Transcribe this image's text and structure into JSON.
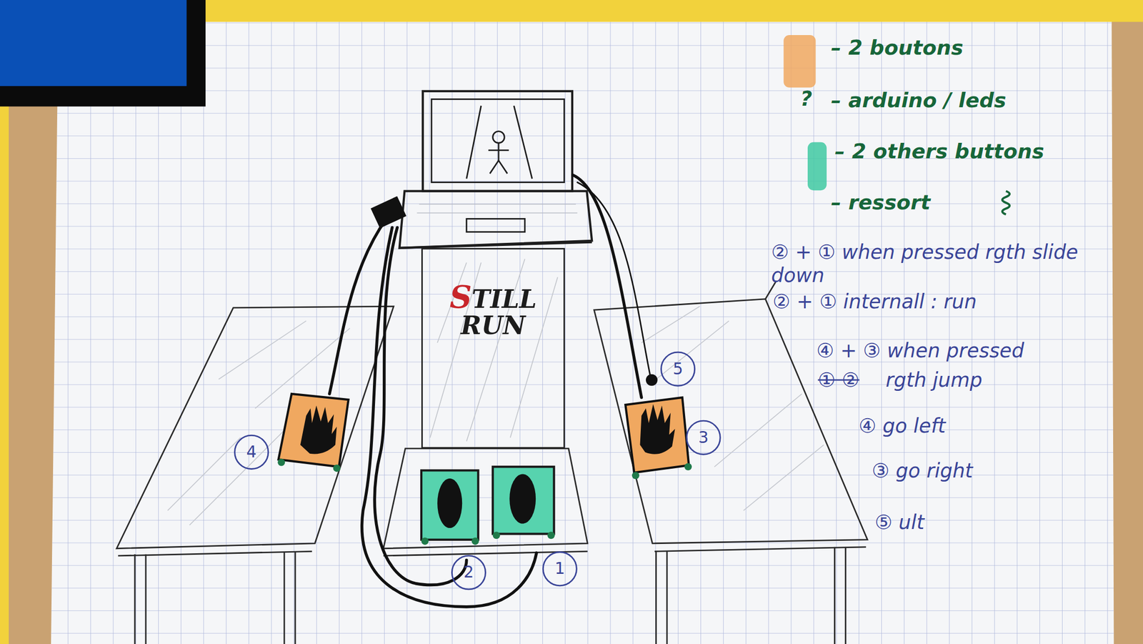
{
  "diagram": {
    "nodes": [
      {
        "text": [
          "STILL RUN"
        ]
      },
      {
        "text": [
          "5"
        ]
      },
      {
        "text": [
          "4"
        ]
      },
      {
        "text": [
          "3"
        ]
      },
      {
        "text": [
          "2"
        ]
      },
      {
        "text": [
          "1"
        ]
      }
    ],
    "labels": [
      "?",
      "– arduino / leds",
      "② + ① when pressed rgth slide down",
      "② + ① internall : run",
      "④ + ③ when pressed",
      "① ②",
      "rgth jump",
      "④ go left",
      "③ go right",
      "⑤ ult"
    ],
    "legend": [
      {
        "text": "– 2 boutons",
        "color": "#f0a860"
      },
      {
        "text": "– 2 others buttons",
        "color": "#3fc9a2"
      },
      {
        "text": "– ressort"
      }
    ]
  }
}
